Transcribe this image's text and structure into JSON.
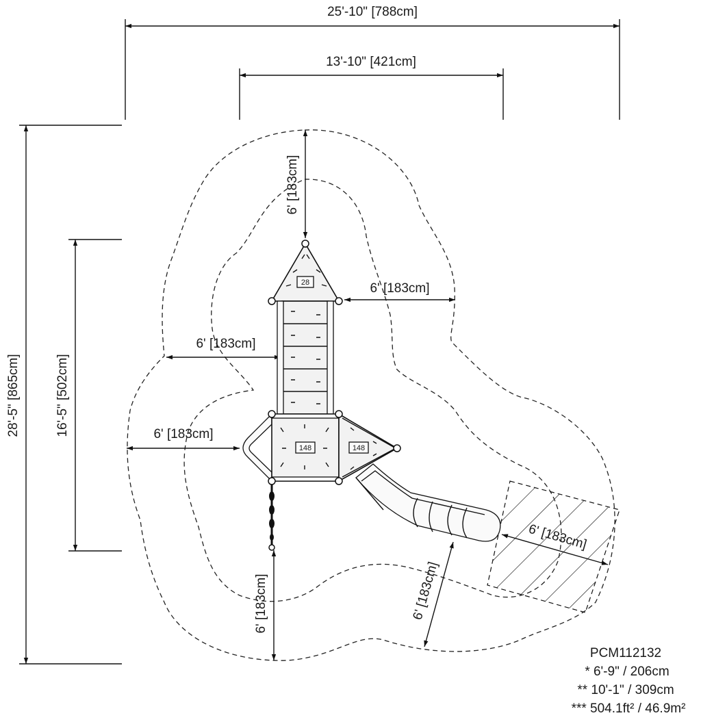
{
  "model_number": "PCM112132",
  "dimensions": {
    "overall_width": "25'-10\" [788cm]",
    "inner_width": "13'-10\" [421cm]",
    "overall_depth": "28'-5\" [865cm]",
    "inner_depth": "16'-5\" [502cm]"
  },
  "clearances": {
    "top": "6' [183cm]",
    "right_upper": "6' [183cm]",
    "left_upper": "6' [183cm]",
    "left_lower": "6' [183cm]",
    "bottom": "6' [183cm]",
    "slide_side": "6' [183cm]",
    "slide_exit": "6' [183cm]"
  },
  "deck_tags": {
    "top_triangle": "28",
    "center_deck": "148",
    "side_deck": "148"
  },
  "specs": {
    "line1": "* 6'-9\" / 206cm",
    "line2": "** 10'-1\" / 309cm",
    "line3": "*** 504.1ft² / 46.9m²"
  }
}
